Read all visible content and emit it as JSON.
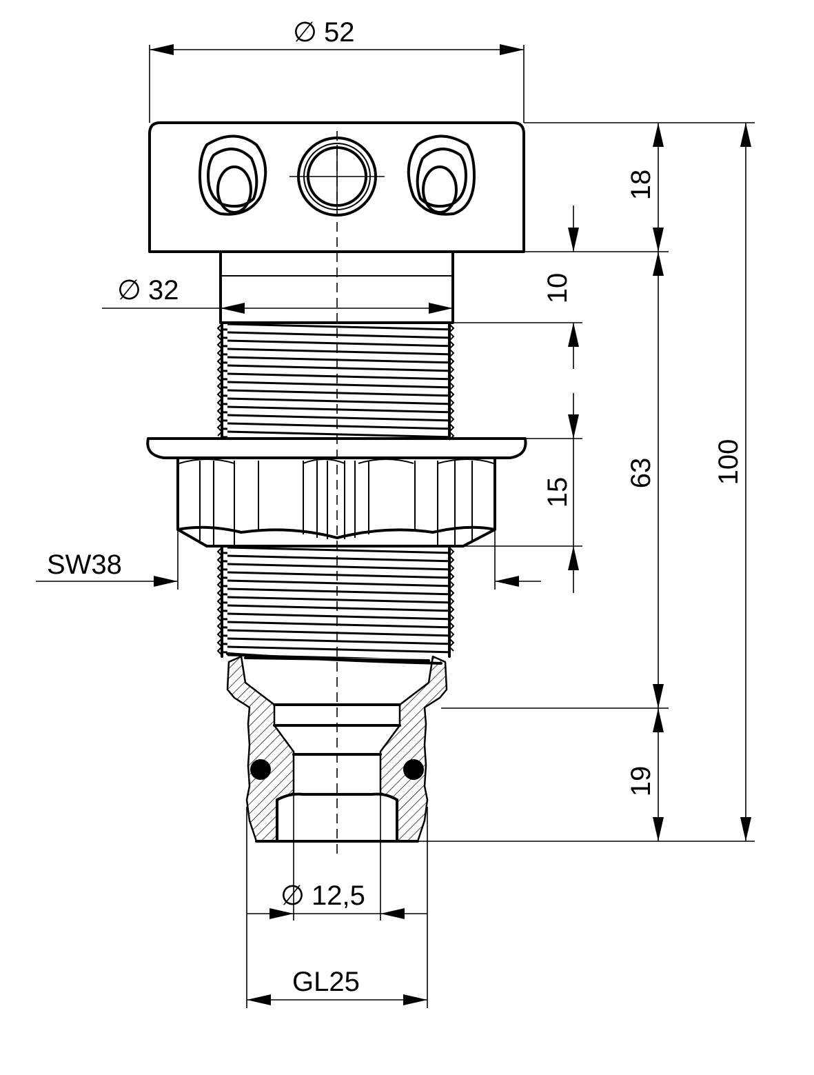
{
  "dimensions": {
    "d_head": "52",
    "d_body": "32",
    "d_bore": "12,5",
    "thread_gl": "GL25",
    "wrench": "SW38",
    "h_head": "18",
    "h_collar": "10",
    "h_nut": "15",
    "h_middle": "63",
    "h_total": "100",
    "h_tip": "19"
  },
  "symbols": {
    "diameter": "∅"
  }
}
